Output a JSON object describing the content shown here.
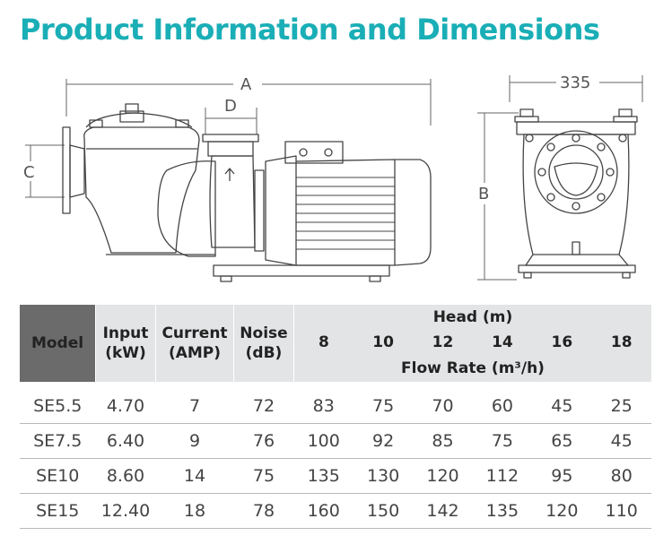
{
  "title": "Product Information and Dimensions",
  "dimensions": {
    "a": "A",
    "b": "B",
    "c": "C",
    "d": "D",
    "width": "335"
  },
  "table": {
    "model_header": "Model",
    "input_header": [
      "Input",
      "(kW)"
    ],
    "current_header": [
      "Current",
      "(AMP)"
    ],
    "noise_header": [
      "Noise",
      "(dB)"
    ],
    "head_header": "Head (m)",
    "head_values": [
      "8",
      "10",
      "12",
      "14",
      "16",
      "18"
    ],
    "flow_header": "Flow Rate (m³/h)",
    "rows": [
      {
        "model": "SE5.5",
        "input": "4.70",
        "current": "7",
        "noise": "72",
        "flow": [
          "83",
          "75",
          "70",
          "60",
          "45",
          "25"
        ]
      },
      {
        "model": "SE7.5",
        "input": "6.40",
        "current": "9",
        "noise": "76",
        "flow": [
          "100",
          "92",
          "85",
          "75",
          "65",
          "45"
        ]
      },
      {
        "model": "SE10",
        "input": "8.60",
        "current": "14",
        "noise": "75",
        "flow": [
          "135",
          "130",
          "120",
          "112",
          "95",
          "80"
        ]
      },
      {
        "model": "SE15",
        "input": "12.40",
        "current": "18",
        "noise": "78",
        "flow": [
          "160",
          "150",
          "142",
          "135",
          "120",
          "110"
        ]
      }
    ]
  },
  "colors": {
    "title": "#1aaeb6",
    "model_header_bg": "#6b6b6b",
    "header_bg": "#e2e4e6"
  }
}
